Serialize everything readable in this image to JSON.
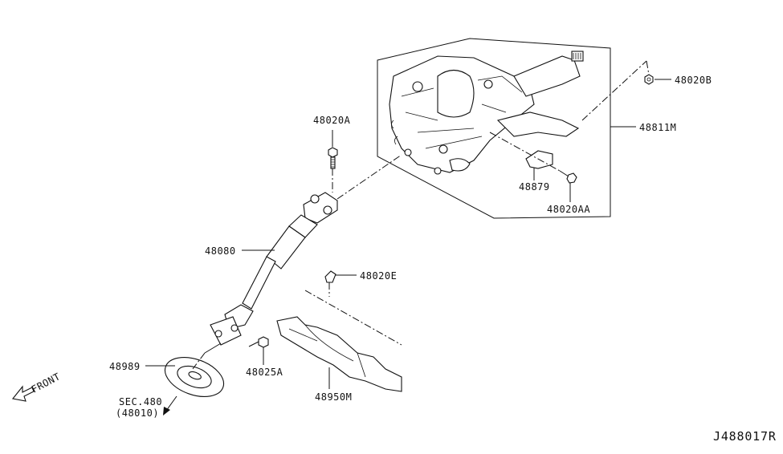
{
  "labels": {
    "p48020b": "48020B",
    "p48811m": "48811M",
    "p48020a": "48020A",
    "p48879": "48879",
    "p48020aa": "48020AA",
    "p48080": "48080",
    "p48020e": "48020E",
    "p48989": "48989",
    "p48025a": "48025A",
    "p48950m": "48950M",
    "sec_line1": "SEC.480",
    "sec_line2": "(48010)",
    "front": "FRONT"
  },
  "diagram_code": "J488017R"
}
